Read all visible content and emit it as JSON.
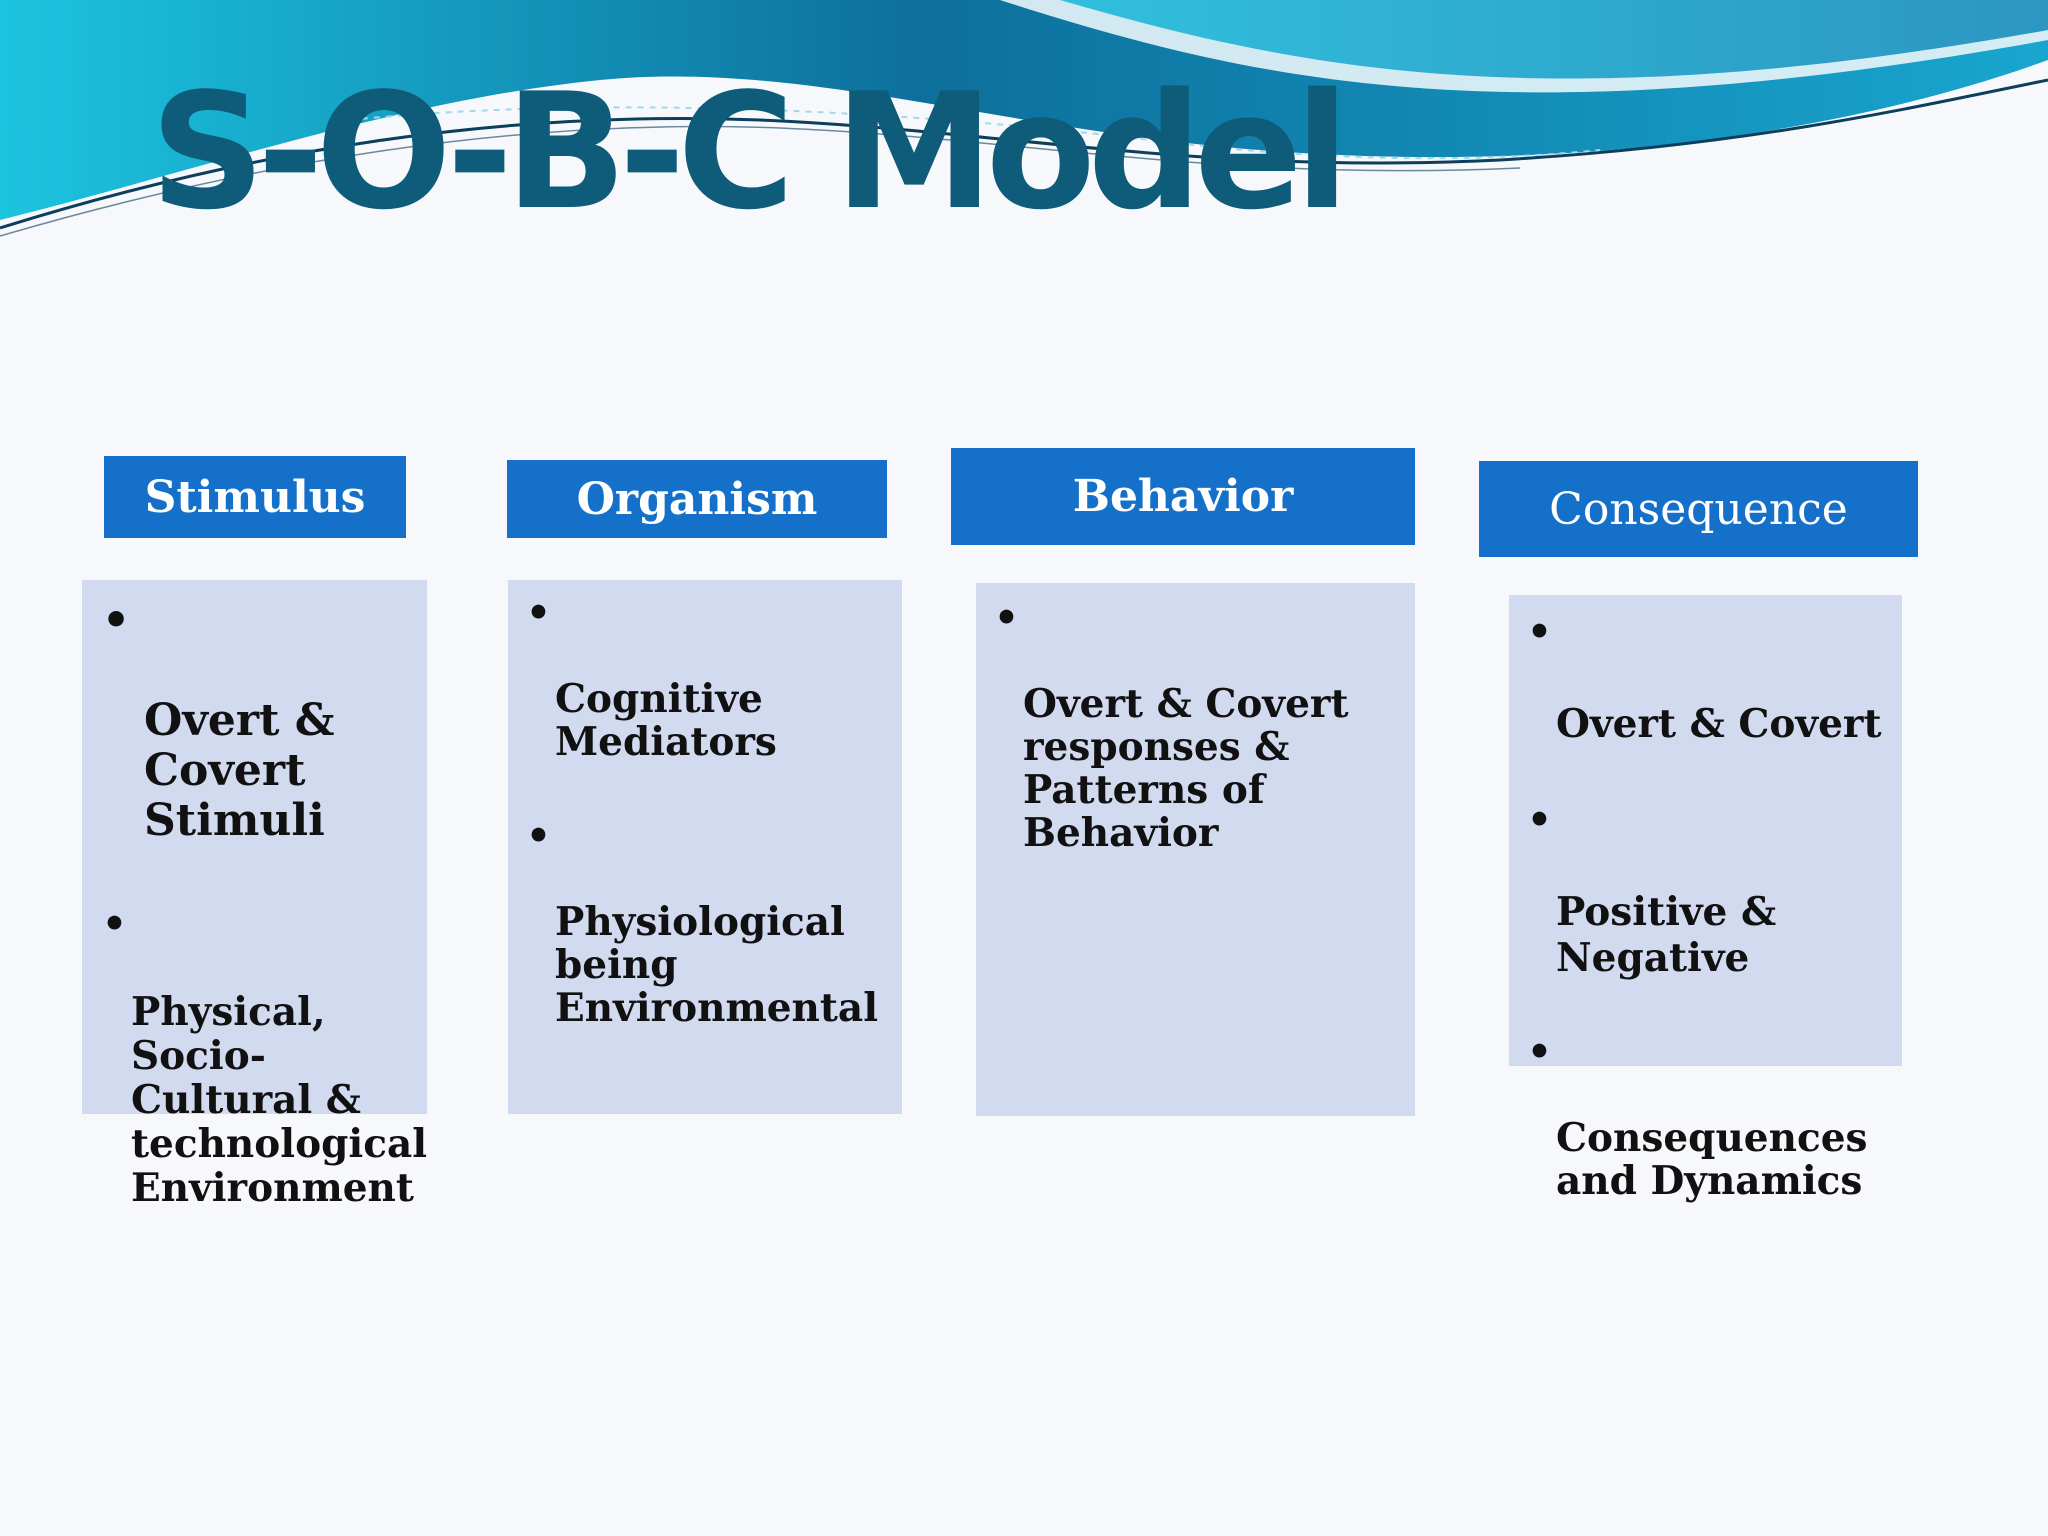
{
  "slide": {
    "title": "S-O-B-C Model"
  },
  "colors": {
    "title": "#0f5c7a",
    "header_fill": "#1470c9",
    "content_fill": "#d2daf0",
    "wave_dark": "#0d6f9c",
    "wave_light": "#1cc4e0"
  },
  "columns": [
    {
      "header": "Stimulus",
      "items": [
        "Overt &\nCovert\nStimuli",
        "Physical,\nSocio-\nCultural &\ntechnological\nEnvironment"
      ]
    },
    {
      "header": "Organism",
      "items": [
        "Cognitive\nMediators",
        "Physiological\nbeing\nEnvironmental"
      ]
    },
    {
      "header": "Behavior",
      "items": [
        "Overt & Covert\nresponses &\nPatterns of\nBehavior"
      ]
    },
    {
      "header": "Consequence",
      "items": [
        "Overt & Covert",
        "Positive &\nNegative",
        " Consequences\nand Dynamics"
      ]
    }
  ]
}
